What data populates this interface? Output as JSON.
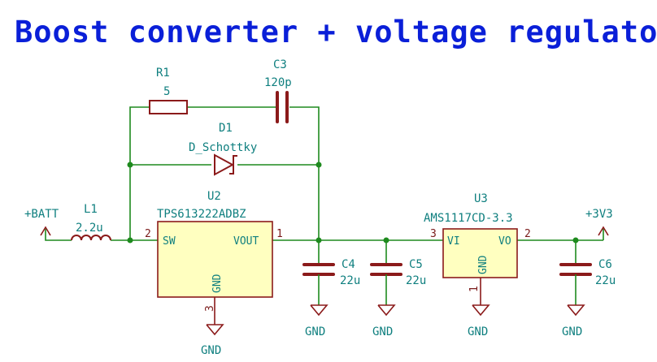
{
  "title": "Boost converter + voltage regulator",
  "components": {
    "r1": {
      "ref": "R1",
      "value": "5"
    },
    "c3": {
      "ref": "C3",
      "value": "120p"
    },
    "d1": {
      "ref": "D1",
      "value": "D_Schottky"
    },
    "l1": {
      "ref": "L1",
      "value": "2.2u"
    },
    "u2": {
      "ref": "U2",
      "value": "TPS613222ADBZ",
      "pins": {
        "sw_num": "2",
        "sw": "SW",
        "vout_num": "1",
        "vout": "VOUT",
        "gnd_num": "3",
        "gnd": "GND"
      }
    },
    "c4": {
      "ref": "C4",
      "value": "22u"
    },
    "c5": {
      "ref": "C5",
      "value": "22u"
    },
    "u3": {
      "ref": "U3",
      "value": "AMS1117CD-3.3",
      "pins": {
        "vi_num": "3",
        "vi": "VI",
        "vo_num": "2",
        "vo": "VO",
        "gnd_num": "1",
        "gnd": "GND"
      }
    },
    "c6": {
      "ref": "C6",
      "value": "22u"
    }
  },
  "power": {
    "batt": "+BATT",
    "out": "+3V3",
    "gnd_u2": "GND",
    "gnd_c4": "GND",
    "gnd_c5": "GND",
    "gnd_u3": "GND",
    "gnd_c6": "GND"
  }
}
